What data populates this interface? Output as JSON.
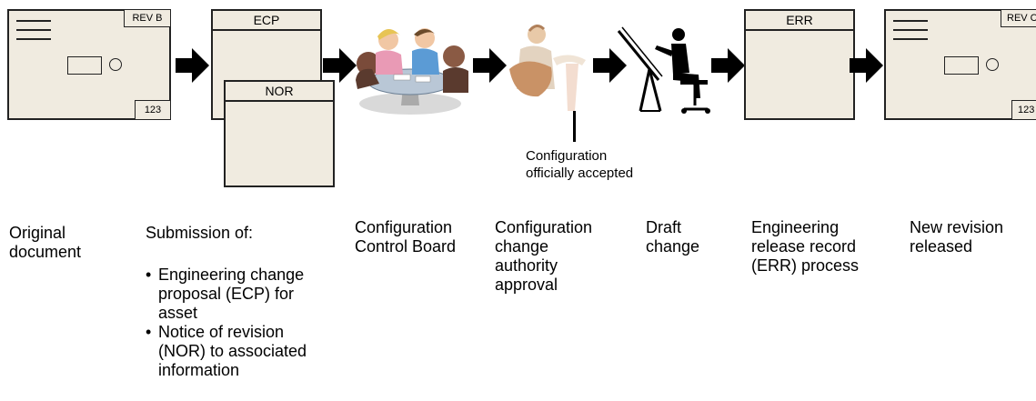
{
  "docs": {
    "original": {
      "rev_tag": "REV B",
      "number_tag": "123"
    },
    "ecp": {
      "header": "ECP"
    },
    "nor": {
      "header": "NOR"
    },
    "err": {
      "header": "ERR"
    },
    "released": {
      "rev_tag": "REV C",
      "number_tag": "123"
    }
  },
  "callout": {
    "line1": "Configuration",
    "line2": "officially accepted"
  },
  "steps": [
    {
      "lines": [
        "Original",
        "document"
      ]
    },
    {
      "heading": "Submission of:",
      "bullets": [
        [
          "Engineering change",
          "proposal (ECP) for",
          "asset"
        ],
        [
          "Notice of revision",
          "(NOR) to associated",
          "information"
        ]
      ]
    },
    {
      "lines": [
        "Configuration",
        "Control Board"
      ]
    },
    {
      "lines": [
        "Configuration",
        "change",
        "authority",
        "approval"
      ]
    },
    {
      "lines": [
        "Draft",
        "change"
      ]
    },
    {
      "lines": [
        "Engineering",
        "release record",
        "(ERR) process"
      ]
    },
    {
      "lines": [
        "New revision",
        "released"
      ]
    }
  ],
  "icons": [
    "meeting-illustration",
    "approval-illustration",
    "drafting-illustration",
    "arrow-right-icon"
  ]
}
